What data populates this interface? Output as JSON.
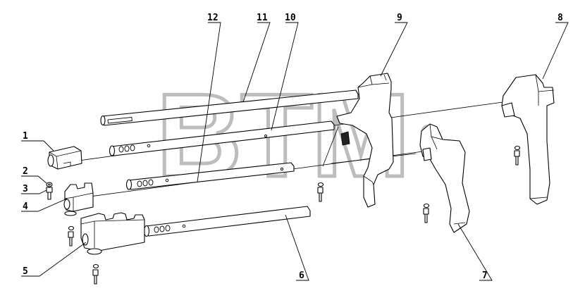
{
  "watermark": {
    "text": "BTM",
    "mark": "®",
    "color": "#bdbdbd"
  },
  "callouts": [
    {
      "id": "1",
      "text": "1"
    },
    {
      "id": "2",
      "text": "2"
    },
    {
      "id": "3",
      "text": "3"
    },
    {
      "id": "4",
      "text": "4"
    },
    {
      "id": "5",
      "text": "5"
    },
    {
      "id": "6",
      "text": "6"
    },
    {
      "id": "7",
      "text": "7"
    },
    {
      "id": "8",
      "text": "8"
    },
    {
      "id": "9",
      "text": "9"
    },
    {
      "id": "10",
      "text": "10"
    },
    {
      "id": "11",
      "text": "11"
    },
    {
      "id": "12",
      "text": "12"
    }
  ]
}
